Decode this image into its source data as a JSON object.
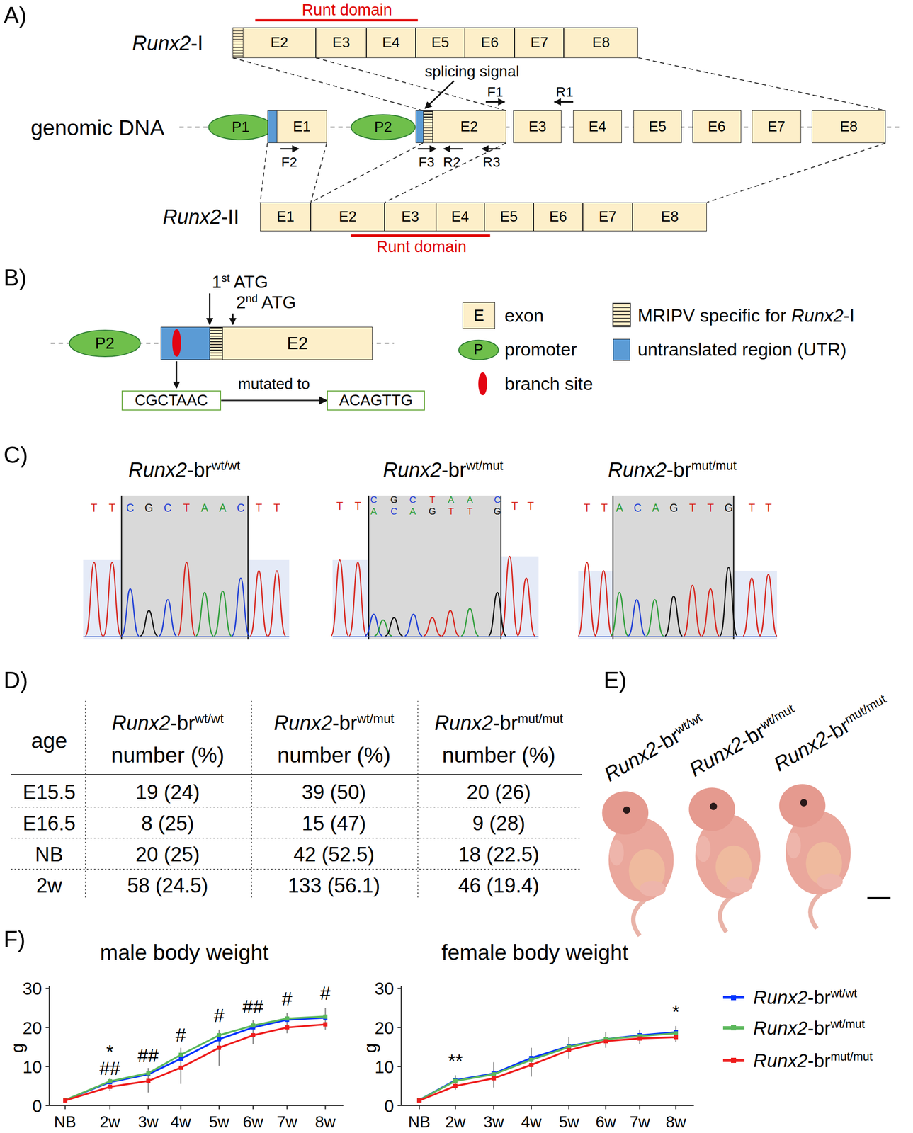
{
  "diagram": {
    "nodes": [
      {
        "text": [
          "E2"
        ]
      },
      {
        "text": [
          "E3"
        ]
      },
      {
        "text": [
          "E4"
        ]
      },
      {
        "text": [
          "E5"
        ]
      },
      {
        "text": [
          "E6"
        ]
      },
      {
        "text": [
          "E7"
        ]
      },
      {
        "text": [
          "E8"
        ]
      },
      {
        "text": [
          "P1"
        ]
      },
      {
        "text": [
          "E1"
        ]
      },
      {
        "text": [
          "P2"
        ]
      },
      {
        "text": [
          "E2"
        ]
      },
      {
        "text": [
          "E3"
        ]
      },
      {
        "text": [
          "E4"
        ]
      },
      {
        "text": [
          "E5"
        ]
      },
      {
        "text": [
          "E6"
        ]
      },
      {
        "text": [
          "E7"
        ]
      },
      {
        "text": [
          "E8"
        ]
      },
      {
        "text": [
          "E1"
        ]
      },
      {
        "text": [
          "E2"
        ]
      },
      {
        "text": [
          "E3"
        ]
      },
      {
        "text": [
          "E4"
        ]
      },
      {
        "text": [
          "E5"
        ]
      },
      {
        "text": [
          "E6"
        ]
      },
      {
        "text": [
          "E7"
        ]
      },
      {
        "text": [
          "E8"
        ]
      },
      {
        "text": [
          "P2"
        ]
      },
      {
        "text": [
          "E2"
        ]
      },
      {
        "text": [
          "E"
        ]
      },
      {
        "text": [
          "P"
        ]
      },
      {
        "text": [
          "CGCTAAC"
        ]
      },
      {
        "text": [
          "ACAGTTG"
        ]
      }
    ],
    "edges": [
      {
        "from": 0,
        "to": 10,
        "arrow": "none"
      },
      {
        "from": 0,
        "to": 10,
        "arrow": "none"
      },
      {
        "from": 6,
        "to": 16,
        "arrow": "none"
      },
      {
        "from": 8,
        "to": 17,
        "arrow": "none"
      },
      {
        "from": 8,
        "to": 17,
        "arrow": "none"
      },
      {
        "from": 10,
        "to": 18,
        "arrow": "none"
      },
      {
        "from": 10,
        "to": 18,
        "arrow": "none"
      },
      {
        "from": 16,
        "to": 24,
        "arrow": "none"
      },
      {
        "from": 29,
        "to": 30,
        "arrow": "to",
        "label": "mutated to"
      }
    ],
    "labels": [
      "A)",
      "Runt domain",
      "Runx2-I",
      "splicing signal",
      "F1",
      "R1",
      "genomic DNA",
      "F2",
      "F3",
      "R2",
      "R3",
      "Runx2-II",
      "Runt domain",
      "B)",
      "1st ATG",
      "2nd ATG",
      "C)",
      "Runx2-brwt/wt",
      "Runx2-brwt/mut",
      "Runx2-brmut/mut",
      "T",
      "T",
      "C",
      "G",
      "C",
      "T",
      "A",
      "A",
      "C",
      "T",
      "T",
      "T",
      "T",
      "C",
      "G",
      "C",
      "T",
      "A",
      "A",
      "C",
      "A",
      "C",
      "A",
      "G",
      "T",
      "T",
      "G",
      "T",
      "T",
      "T",
      "T",
      "A",
      "C",
      "A",
      "G",
      "T",
      "T",
      "G",
      "T",
      "T",
      "D)",
      "E)",
      "age",
      "Runx2-brwt/wt",
      "number (%)",
      "Runx2-brwt/mut",
      "number (%)",
      "Runx2-brmut/mut",
      "number (%)",
      "E15.5",
      "19 (24)",
      "39 (50)",
      "20 (26)",
      "E16.5",
      "8 (25)",
      "15 (47)",
      "9 (28)",
      "NB",
      "20 (25)",
      "42 (52.5)",
      "18 (22.5)",
      "2w",
      "58 (24.5)",
      "133 (56.1)",
      "46 (19.4)",
      "Runx2-brwt/wt",
      "Runx2-brwt/mut",
      "Runx2-brmut/mut",
      "F)",
      "male body weight",
      "30",
      "20",
      "10",
      "0",
      "g",
      "NB",
      "2w",
      "3w",
      "4w",
      "5w",
      "6w",
      "7w",
      "8w",
      "*",
      "##",
      "##",
      "#",
      "#",
      "##",
      "#",
      "#",
      "female body weight",
      "30",
      "20",
      "10",
      "0",
      "g",
      "NB",
      "2w",
      "3w",
      "4w",
      "5w",
      "6w",
      "7w",
      "8w",
      "**",
      "*"
    ],
    "legend": [
      {
        "text": "exon"
      },
      {
        "text": "MRIPV specific for Runx2-I"
      },
      {
        "text": "promoter"
      },
      {
        "text": "untranslated region (UTR)",
        "color": "#5b9bd5"
      },
      {
        "text": "branch site",
        "color": "#e30613"
      },
      {
        "text": "Runx2-brwt/wt",
        "color": "#0033ff"
      },
      {
        "text": "Runx2-brwt/mut",
        "color": "#5cb85c"
      },
      {
        "text": "Runx2-brmut/mut",
        "color": "#ee1c1c"
      }
    ]
  }
}
